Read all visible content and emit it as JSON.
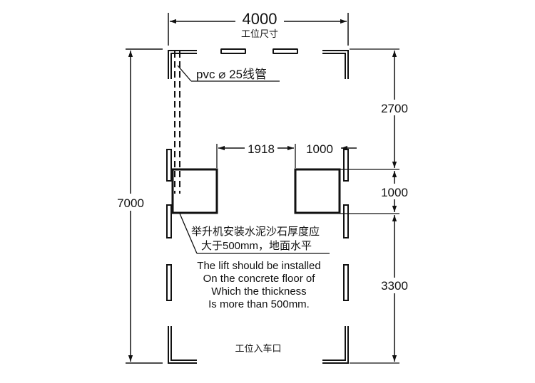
{
  "top_dim": {
    "value": "4000",
    "caption": "工位尺寸"
  },
  "pvc_label": "pvc ⌀ 25线管",
  "right_dims": {
    "d1": "2700",
    "d2": "1000",
    "d3": "3300"
  },
  "left_dim": "7000",
  "post_dims": {
    "gap": "1918",
    "width": "1000"
  },
  "note_cn": [
    "举升机安装水泥沙石厚度应",
    "大于500mm，地面水平"
  ],
  "note_en": [
    "The lift should be installed",
    "On the concrete floor of",
    "Which the thickness",
    "Is more than 500mm."
  ],
  "entrance_label": "工位入车口"
}
